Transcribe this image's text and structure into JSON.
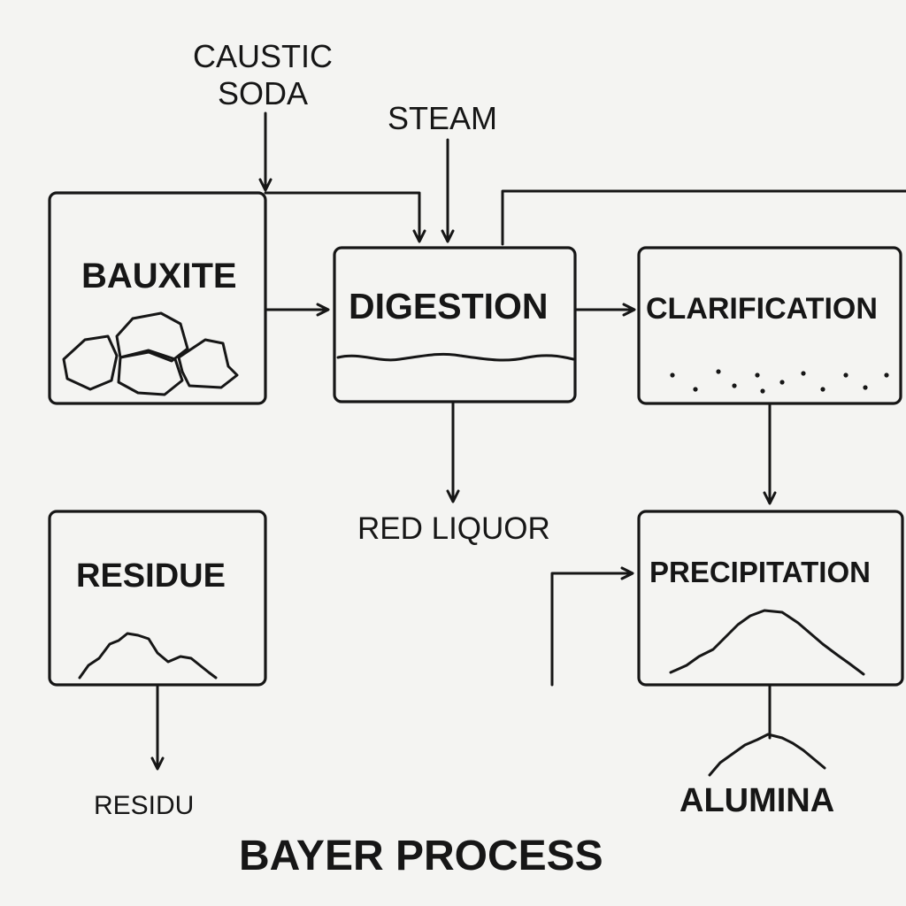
{
  "inputs": {
    "caustic_soda_line1": "CAUSTIC",
    "caustic_soda_line2": "SODA",
    "steam": "STEAM"
  },
  "boxes": {
    "bauxite": "BAUXITE",
    "digestion": "DIGESTION",
    "clarification": "CLARIFICATION",
    "residue": "RESIDUE",
    "precipitation": "PRECIPITATION"
  },
  "outputs": {
    "red_liquor": "RED LIQUOR",
    "residu": "RESIDU",
    "alumina": "ALUMINA"
  },
  "title": "BAYER PROCESS",
  "colors": {
    "ink": "#161616",
    "paper": "#f4f4f2"
  }
}
